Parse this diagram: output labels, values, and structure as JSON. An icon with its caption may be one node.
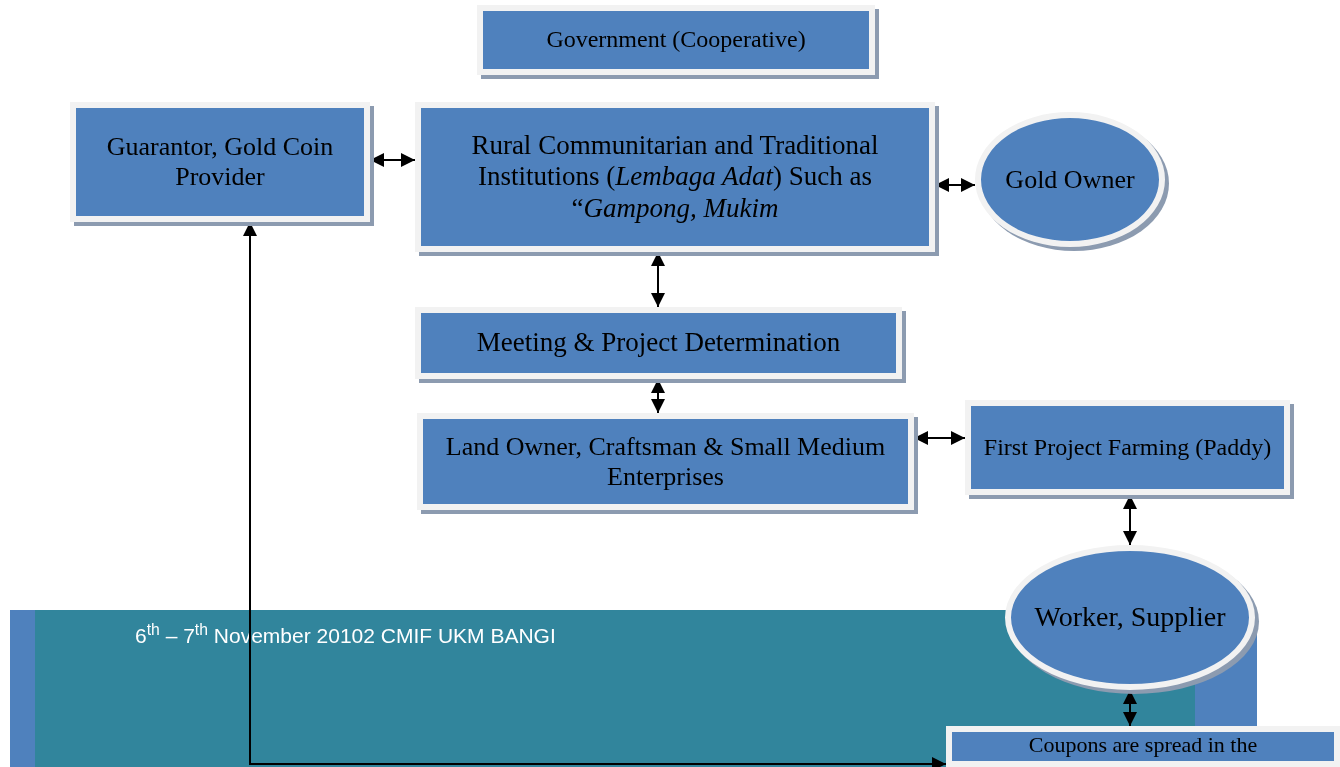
{
  "diagram": {
    "nodes": [
      {
        "text": [
          "Government (Cooperative)"
        ]
      },
      {
        "text": [
          "Guarantor, Gold Coin Provider"
        ]
      },
      {
        "text": [
          "Rural Communitarian and Traditional Institutions (*Lembaga Adat*) Such as “*Gampong, Mukim*"
        ]
      },
      {
        "text": [
          "Gold Owner"
        ]
      },
      {
        "text": [
          "Meeting & Project Determination"
        ]
      },
      {
        "text": [
          "Land Owner, Craftsman & Small Medium Enterprises"
        ]
      },
      {
        "text": [
          "First Project Farming (Paddy)"
        ]
      },
      {
        "text": [
          "Worker, Supplier"
        ]
      },
      {
        "text": [
          "Coupons are spread in the"
        ]
      }
    ],
    "edges": [
      {
        "from": 1,
        "to": 2,
        "arrow": "both"
      },
      {
        "from": 2,
        "to": 3,
        "arrow": "both"
      },
      {
        "from": 2,
        "to": 4,
        "arrow": "both"
      },
      {
        "from": 4,
        "to": 5,
        "arrow": "both"
      },
      {
        "from": 5,
        "to": 6,
        "arrow": "both"
      },
      {
        "from": 6,
        "to": 7,
        "arrow": "both"
      },
      {
        "from": 7,
        "to": 8,
        "arrow": "both"
      },
      {
        "from": 1,
        "to": 8,
        "arrow": "both"
      }
    ],
    "labels": [
      "6$^{th}$ – 7$^{th}$ November 20102 CMIF UKM BANGI"
    ]
  }
}
